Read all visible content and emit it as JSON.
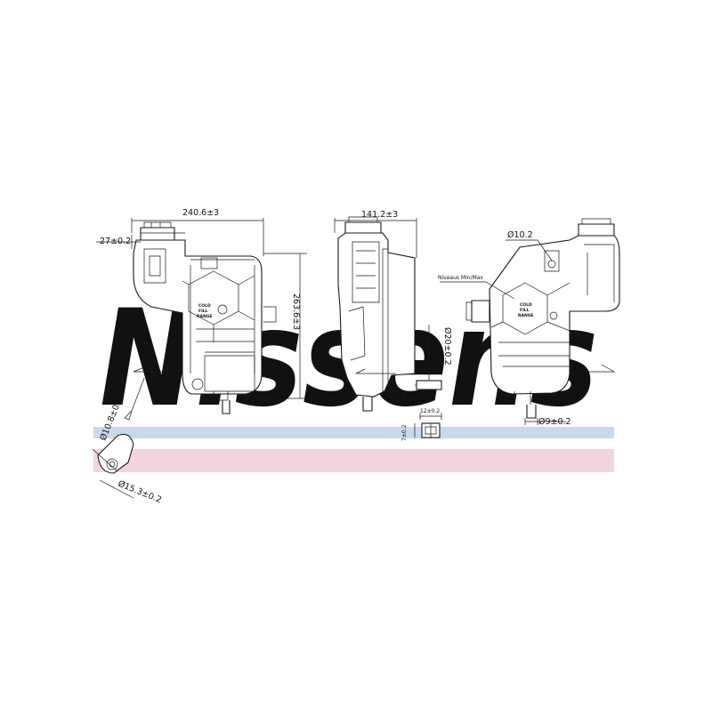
{
  "watermark": {
    "brand": "Nissens",
    "mark": "®"
  },
  "colors": {
    "watermark_blue": "#c9d8e8",
    "band_blue": "#c9d9ea",
    "band_pink": "#f4d4dc",
    "line": "#1a1a1a"
  },
  "dimensions": {
    "width_front": "240.6±3",
    "height_front": "263.6±3",
    "cap_offset": "27±0.2",
    "width_side": "141.2±3",
    "diameter_side": "Ø20±0.2",
    "connector_width": "12±0.2",
    "connector_height": "7±0.2",
    "hole_rear": "Ø10.2",
    "outlet_rear": "Ø9±0.2",
    "hose_inner": "Ø10.8±0.2",
    "hose_outer": "Ø15.3±0.2"
  },
  "labels": {
    "sensor": "Niveaus Min/Max",
    "fill_front": [
      "COLD",
      "FILL",
      "RANGE"
    ],
    "fill_rear": [
      "COLD",
      "FILL",
      "RANGE"
    ]
  }
}
